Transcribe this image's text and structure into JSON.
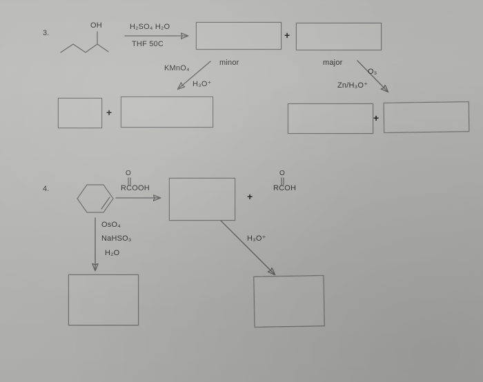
{
  "worksheet": {
    "title": "Organic Chemistry Reaction Worksheet",
    "background_color": "#b6b6b4",
    "ink_color": "#5f5f61"
  },
  "problem3": {
    "number": "3.",
    "starting_material": {
      "name": "2-pentanol",
      "label_oh": "OH"
    },
    "main_arrow": {
      "reagents_top": "H₂SO₄  H₂O",
      "reagents_bottom": "THF   50C"
    },
    "products": [
      {
        "label": "minor",
        "box": "empty-answer-box"
      },
      {
        "label": "major",
        "box": "empty-answer-box"
      }
    ],
    "plus_sign": "+",
    "minor_branch": {
      "reagent_top": "KMnO₄",
      "reagent_bottom": "H₃O⁺",
      "products": [
        {
          "box": "empty-answer-box"
        },
        {
          "box": "empty-answer-box"
        }
      ],
      "plus_sign": "+"
    },
    "major_branch": {
      "reagent_top": "O₃",
      "reagent_bottom": "Zn/H₃O⁺",
      "products": [
        {
          "box": "empty-answer-box"
        },
        {
          "box": "empty-answer-box"
        }
      ],
      "plus_sign": "+"
    }
  },
  "problem4": {
    "number": "4.",
    "starting_material": {
      "name": "cyclohexene"
    },
    "main_arrow": {
      "reagent": "RCOOH",
      "reagent_carbonyl": "O"
    },
    "product_box": "empty-answer-box",
    "plus_sign": "+",
    "byproduct": {
      "formula": "RCOH",
      "carbonyl": "O"
    },
    "hydrolysis_branch": {
      "reagent": "H₃O⁺",
      "product_box": "empty-answer-box"
    },
    "dihydroxylation_branch": {
      "reagents": [
        "OsO₄",
        "NaHSO₃",
        "H₂O"
      ],
      "product_box": "empty-answer-box"
    }
  }
}
